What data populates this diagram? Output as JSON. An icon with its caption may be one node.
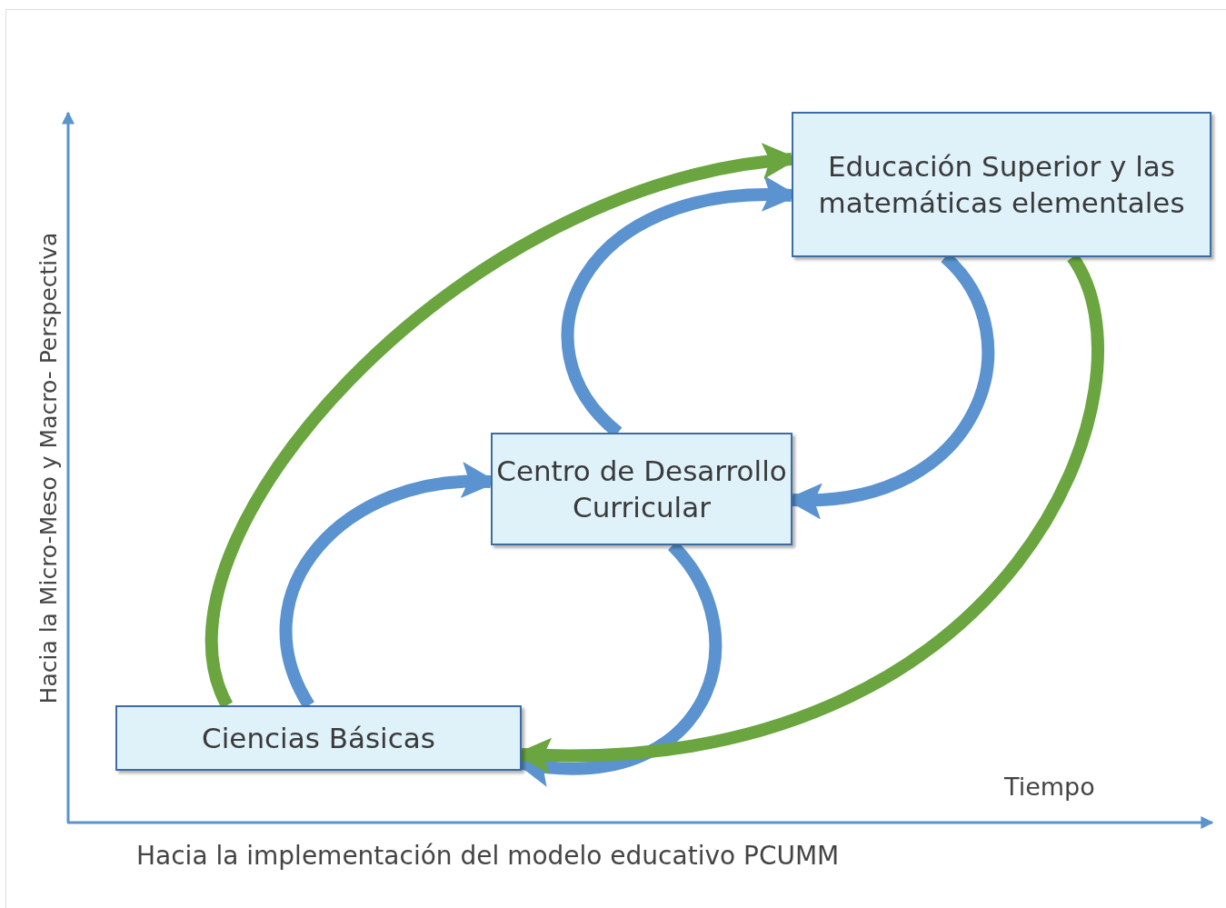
{
  "diagram": {
    "nodes": [
      {
        "text": [
          "Educación Superior y las matemáticas elementales"
        ]
      },
      {
        "text": [
          "Centro de Desarrollo Curricular"
        ]
      },
      {
        "text": [
          "Ciencias Básicas"
        ]
      }
    ],
    "edges": [
      {
        "from": 2,
        "to": 1,
        "arrow": "to"
      },
      {
        "from": 1,
        "to": 0,
        "arrow": "to"
      },
      {
        "from": 0,
        "to": 1,
        "arrow": "to"
      },
      {
        "from": 1,
        "to": 2,
        "arrow": "to"
      },
      {
        "from": 2,
        "to": 0,
        "arrow": "to",
        "color": "#6aa53f"
      },
      {
        "from": 0,
        "to": 2,
        "arrow": "to",
        "color": "#6aa53f"
      }
    ],
    "labels": [
      "Hacia la Micro-Meso y Macro- Perspectiva",
      "Tiempo",
      "Hacia la implementación del modelo educativo PCUMM"
    ]
  }
}
